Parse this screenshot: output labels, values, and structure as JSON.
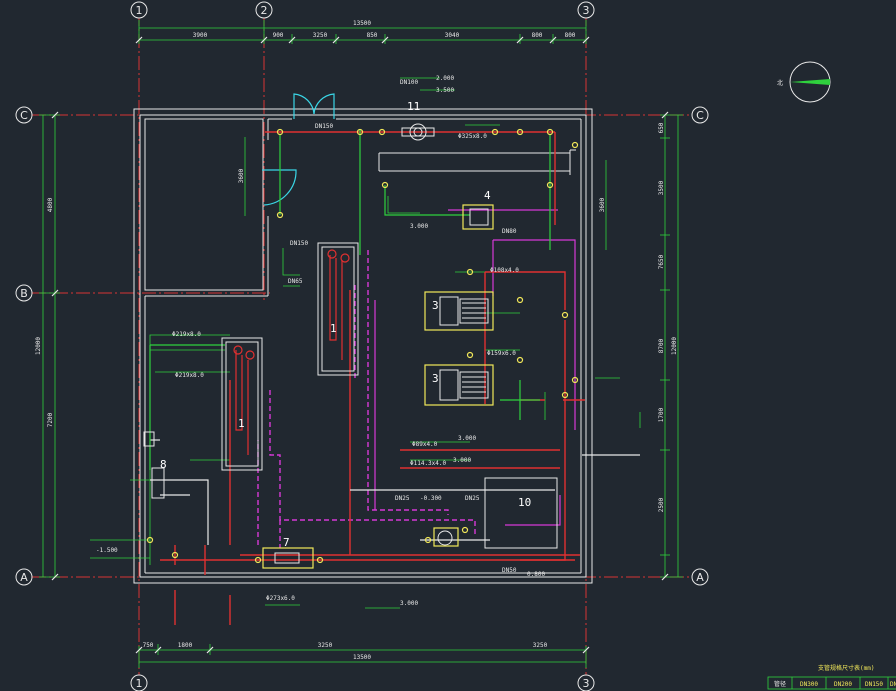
{
  "axes": {
    "grid_1": "1",
    "grid_2": "2",
    "grid_3": "3",
    "grid_A": "A",
    "grid_B": "B",
    "grid_C": "C"
  },
  "dims": {
    "total_top": "13500",
    "total_bottom": "13500",
    "top_1": "3900",
    "top_2": "900",
    "top_3": "3250",
    "top_4": "850",
    "top_5": "3040",
    "top_6": "800",
    "top_7": "800",
    "bottom_1": "750",
    "bottom_2": "1800",
    "bottom_3": "3250",
    "bottom_4": "3250",
    "left_1": "4800",
    "left_2": "7200",
    "left_3": "12000",
    "right_1": "8700",
    "right_2": "12000",
    "r_a": "650",
    "r_b": "3500",
    "r_c": "7650",
    "r_d": "1700",
    "r_e": "2500",
    "r_f": "3600",
    "door_w": "3600"
  },
  "equipment": {
    "eq_1a": "1",
    "eq_1b": "1",
    "eq_3a": "3",
    "eq_3b": "3",
    "eq_4": "4",
    "eq_7": "7",
    "eq_8": "8",
    "eq_10": "10",
    "eq_11": "11"
  },
  "labels": {
    "dn150_a": "DN150",
    "dn150_b": "DN150",
    "dn100": "DN100",
    "dn80": "DN80",
    "dn65": "DN65",
    "dn25_a": "DN25",
    "dn25_b": "DN25",
    "dn50": "DN50",
    "elev_3000_a": "3.000",
    "elev_3000_b": "3.000",
    "elev_3000_c": "3.000",
    "elev_3000_d": "3.000",
    "elev_1500": "-1.500",
    "elev_0300": "-0.300",
    "elev_0800": "0.800",
    "elev_2000": "2.000",
    "elev_3500": "3.500",
    "pipe_a": "Φ219x8.0",
    "pipe_b": "Φ219x8.0",
    "pipe_c": "Φ159x6.0",
    "pipe_d": "Φ114.3x4.0",
    "pipe_e": "Φ325x8.0",
    "pipe_f": "Φ89x4.0",
    "pipe_g": "Φ108x4.0",
    "pipe_h": "Φ273x6.0"
  },
  "legend": {
    "title": "支管规格尺寸表(mm)",
    "c0": "管径",
    "c1": "DN300",
    "c2": "DN200",
    "c3": "DN150",
    "c4": "DN"
  },
  "compass": {
    "north": "北"
  }
}
